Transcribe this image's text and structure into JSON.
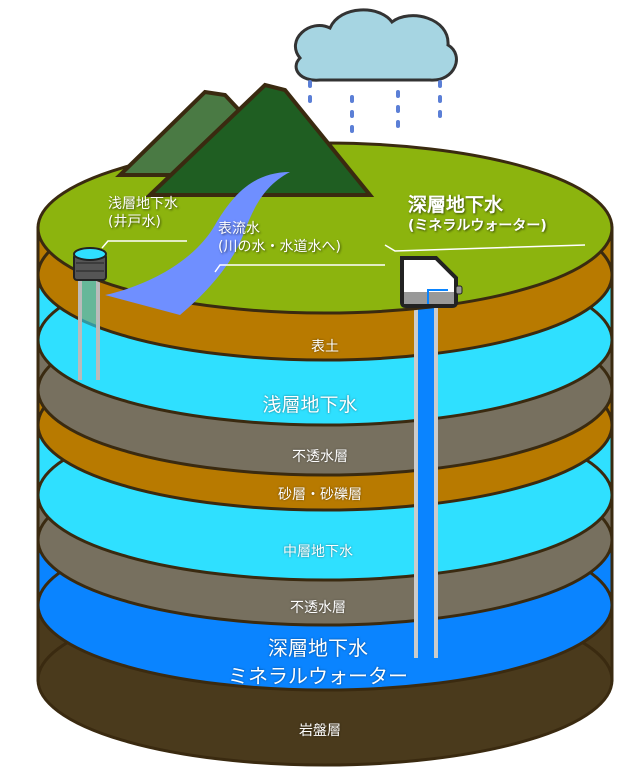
{
  "labels": {
    "shallow_well": {
      "line1": "浅層地下水",
      "line2": "(井戸水)"
    },
    "surface_water": {
      "line1": "表流水",
      "line2": "(川の水・水道水へ)"
    },
    "deep_water": {
      "line1": "深層地下水",
      "line2": "(ミネラルウォーター)"
    }
  },
  "layers": [
    {
      "name": "表土",
      "color": "#b87a00"
    },
    {
      "name": "浅層地下水",
      "color": "#2fe0ff"
    },
    {
      "name": "不透水層",
      "color": "#77705f"
    },
    {
      "name": "砂層・砂礫層",
      "color": "#b87a00"
    },
    {
      "name": "中層地下水",
      "color": "#2fe0ff"
    },
    {
      "name": "不透水層",
      "color": "#77705f"
    },
    {
      "name": "深層地下水",
      "sub": "ミネラルウォーター",
      "color": "#0a84ff"
    },
    {
      "name": "岩盤層",
      "color": "#4a3a1c"
    }
  ],
  "colors": {
    "ground": "#8cb40e",
    "mountain": "#1f5e22",
    "cloud": "#a6d5e2",
    "rain": "#5b7fd6",
    "river": "#6f8fff"
  }
}
